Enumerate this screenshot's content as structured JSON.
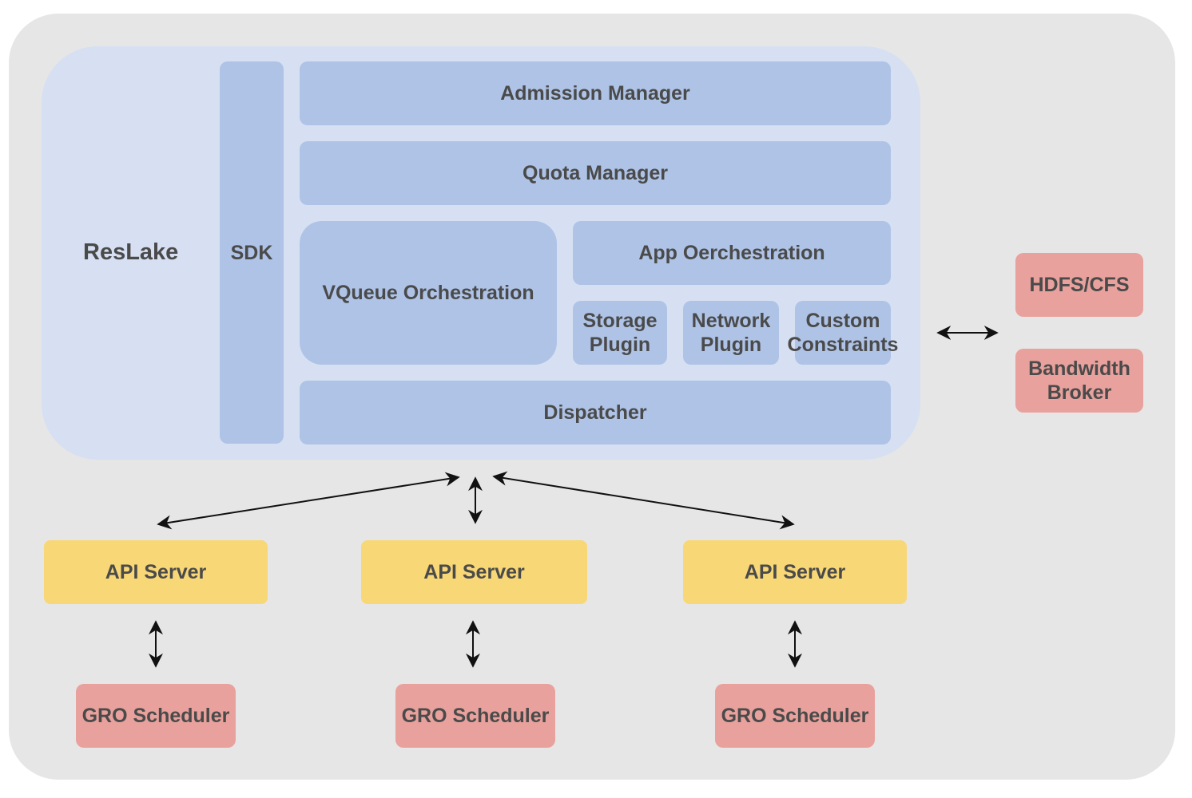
{
  "title": "ResLake",
  "sdk": "SDK",
  "admission_manager": "Admission Manager",
  "quota_manager": "Quota Manager",
  "vqueue_orchestration": "VQueue Orchestration",
  "app_orchestration": "App Oerchestration",
  "plugins": [
    {
      "line1": "Storage",
      "line2": "Plugin"
    },
    {
      "line1": "Network",
      "line2": "Plugin"
    },
    {
      "line1": "Custom",
      "line2": "Constraints"
    }
  ],
  "dispatcher": "Dispatcher",
  "storage": {
    "hdfs": "HDFS/CFS",
    "bandwidth_line1": "Bandwidth",
    "bandwidth_line2": "Broker"
  },
  "api_servers": [
    "API Server",
    "API Server",
    "API Server"
  ],
  "schedulers": [
    "GRO Scheduler",
    "GRO Scheduler",
    "GRO Scheduler"
  ],
  "colors": {
    "outer_bg": "#e6e6e6",
    "reslake_bg": "#d6e0f2",
    "component_blue": "#aec3e6",
    "api_yellow": "#f8d776",
    "external_red": "#e8a19c",
    "text": "#4a4a4a"
  }
}
